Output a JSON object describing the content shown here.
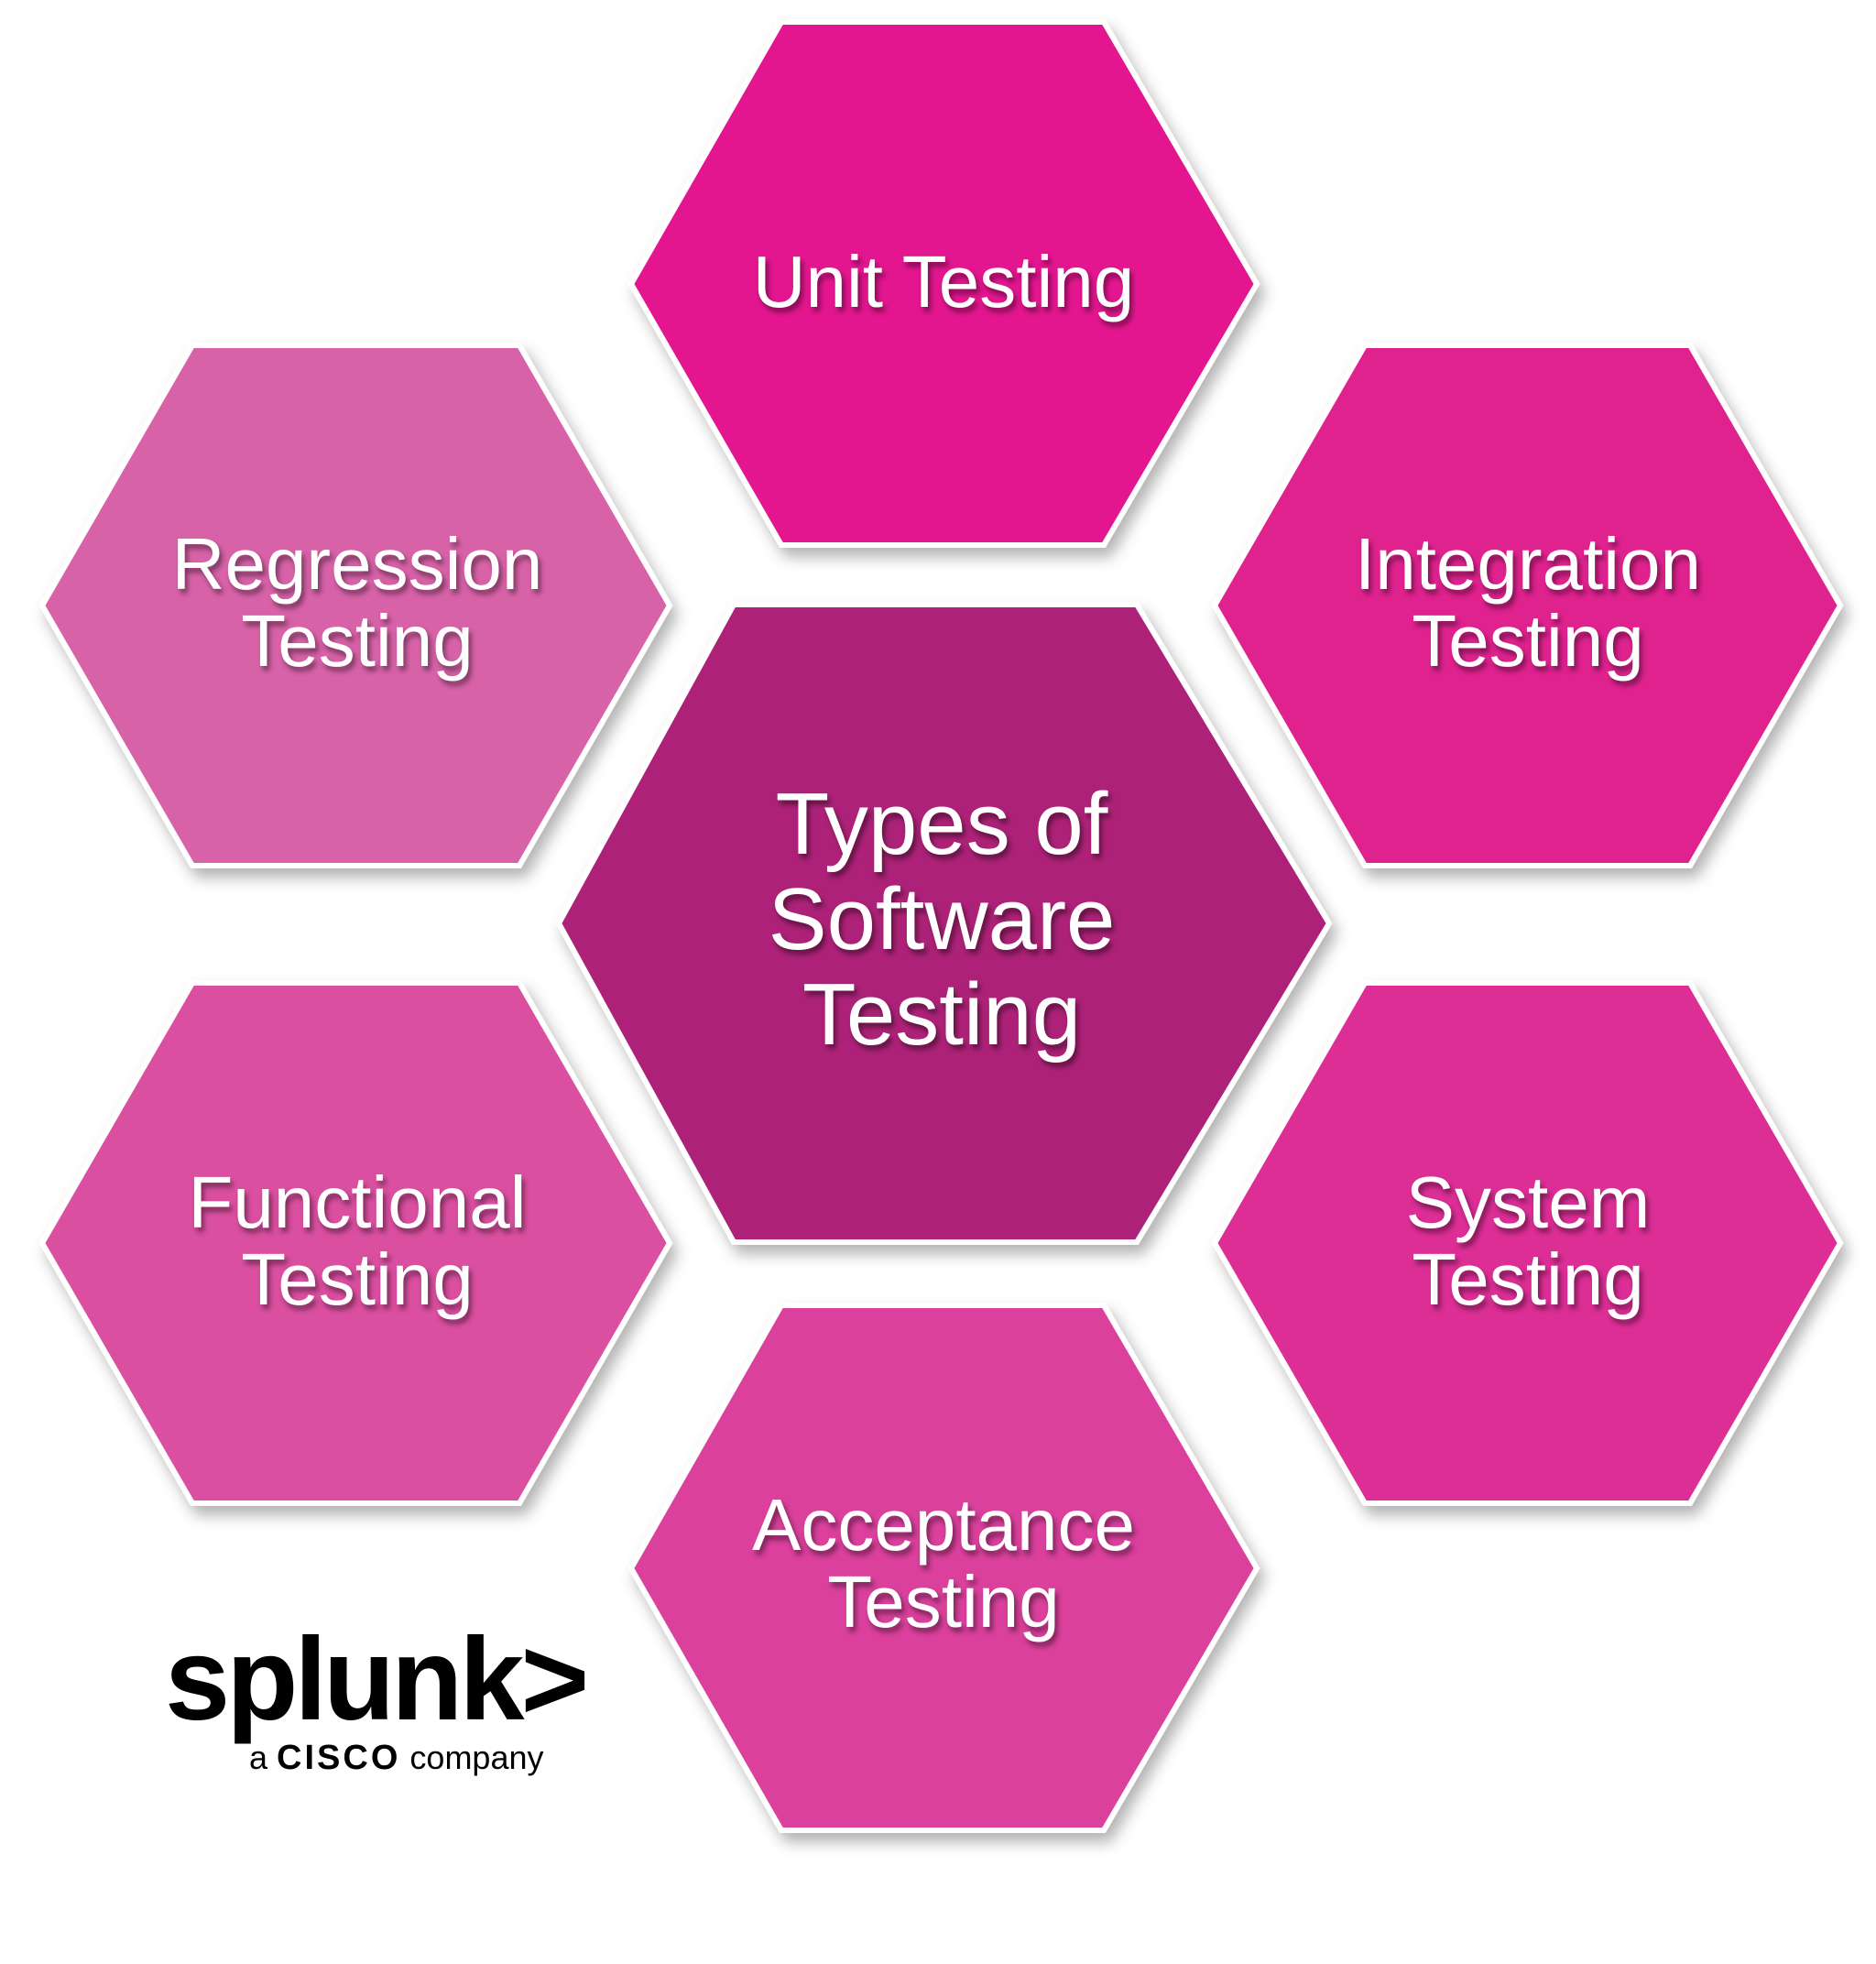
{
  "center": {
    "lines": [
      "Types of",
      "Software",
      "Testing"
    ],
    "color": "#ad2278"
  },
  "types": [
    {
      "lines": [
        "Unit Testing"
      ],
      "color": "#e3128f"
    },
    {
      "lines": [
        "Integration",
        "Testing"
      ],
      "color": "#e0208f"
    },
    {
      "lines": [
        "System",
        "Testing"
      ],
      "color": "#dd2d96"
    },
    {
      "lines": [
        "Acceptance",
        "Testing"
      ],
      "color": "#da3f9c"
    },
    {
      "lines": [
        "Functional",
        "Testing"
      ],
      "color": "#da4fa0"
    },
    {
      "lines": [
        "Regression",
        "Testing"
      ],
      "color": "#d862a8"
    }
  ],
  "logo": {
    "brand": "splunk>",
    "prefix": "a",
    "company": "CISCO",
    "suffix": "company"
  }
}
